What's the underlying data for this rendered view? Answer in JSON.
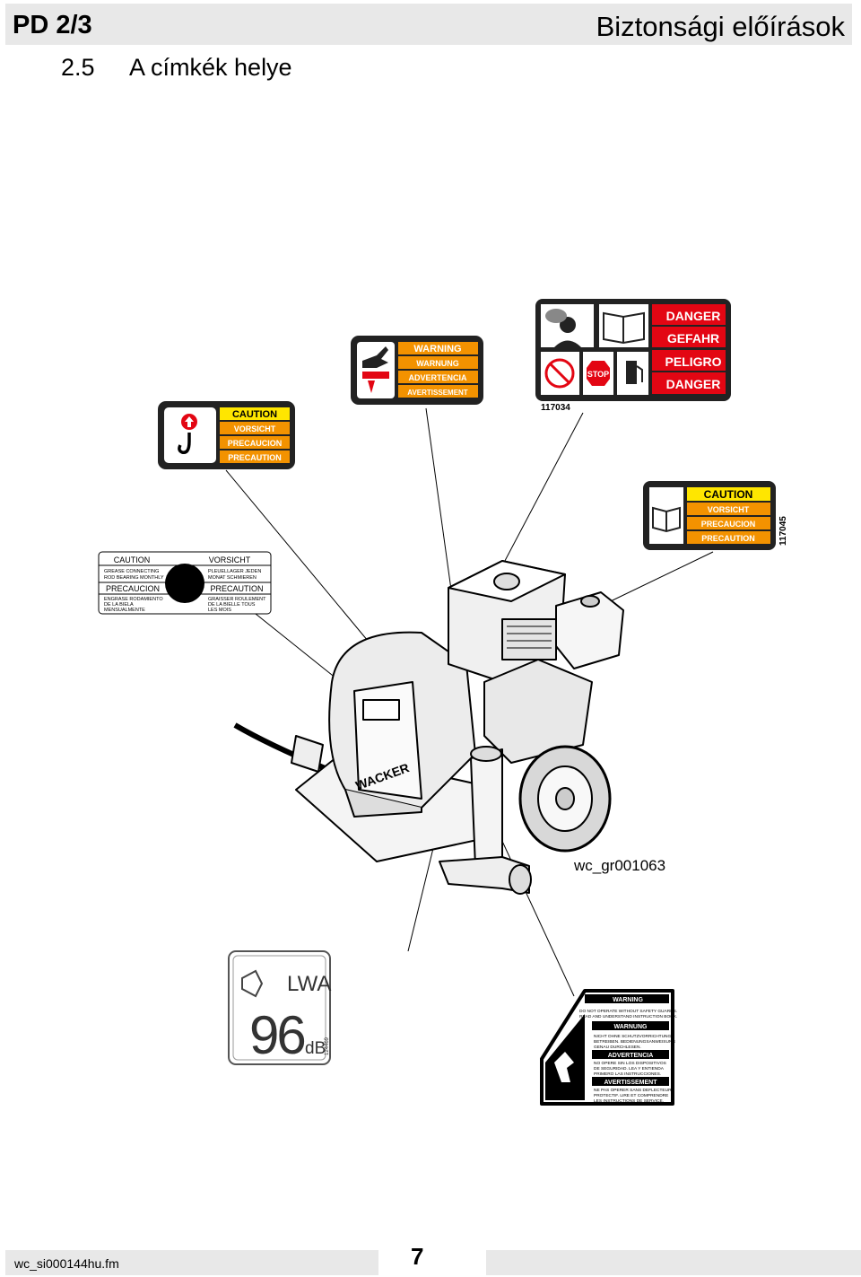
{
  "header": {
    "section_code": "PD 2/3",
    "chapter_title": "Biztonsági előírások"
  },
  "section": {
    "number": "2.5",
    "title": "A címkék helye"
  },
  "labels": {
    "lifting": {
      "lines": [
        "CAUTION",
        "VORSICHT",
        "PRECAUCION",
        "PRECAUTION"
      ]
    },
    "hand_warning": {
      "lines": [
        "WARNING",
        "WARNUNG",
        "ADVERTENCIA",
        "AVERTISSEMENT"
      ]
    },
    "danger": {
      "lines": [
        "DANGER",
        "GEFAHR",
        "PELIGRO",
        "DANGER"
      ],
      "part_no": "117034",
      "stop_text": "STOP"
    },
    "caution_book": {
      "lines": [
        "CAUTION",
        "VORSICHT",
        "PRECAUCION",
        "PRECAUTION"
      ],
      "part_no": "117045"
    },
    "grease": {
      "caution": "CAUTION",
      "caution_text": [
        "GREASE CONNECTING",
        "ROD BEARING MONTHLY"
      ],
      "precaucion": "PRECAUCION",
      "precaucion_text": [
        "ENGRASE RODAMIENTO",
        "DE LA BIELA",
        "MENSUALMENTE"
      ],
      "vorsicht": "VORSICHT",
      "vorsicht_text": [
        "PLEUELLAGER JEDEN",
        "MONAT SCHMIEREN"
      ],
      "precaution": "PRECAUTION",
      "precaution_text": [
        "GRAISSER ROULEMENT",
        "DE LA BIELLE TOUS",
        "LES MOIS"
      ]
    },
    "sound": {
      "symbol": "LWA",
      "value": "96",
      "unit": "dB",
      "part_no": "124469"
    },
    "guard": {
      "warning": "WARNING",
      "warning_text": [
        "DO NOT OPERATE WITHOUT SAFETY GUARDS.",
        "READ AND UNDERSTAND INSTRUCTION BOOK."
      ],
      "warnung": "WARNUNG",
      "warnung_text": [
        "NICHT OHNE SCHUTZVORRICHTUNG",
        "BETREIBEN. BEDIENUNGSANWEISUNG",
        "GENAU DURCHLESEN."
      ],
      "advertencia": "ADVERTENCIA",
      "advertencia_text": [
        "NO OPERE SIN LOS DISPOSITIVOS",
        "DE SEGURIDAD. LEA Y ENTIENDA",
        "PRIMERO LAS INSTRUCCIONES."
      ],
      "avertissement": "AVERTISSEMENT",
      "avertissement_text": [
        "NE PAS OPERER SANS DEFLECTEUR",
        "PROTECTIF. LIRE ET COMPRENDRE",
        "LES INSTRUCTIONS DE SERVICE."
      ]
    }
  },
  "machine": {
    "brand": "WACKER",
    "figure_ref": "wc_gr001063"
  },
  "footer": {
    "file_name": "wc_si000144hu.fm",
    "page_number": "7"
  },
  "colors": {
    "danger_red": "#e30613",
    "caution_yellow": "#ffe600",
    "warning_orange": "#f39200",
    "header_gray": "#e8e8e8"
  }
}
